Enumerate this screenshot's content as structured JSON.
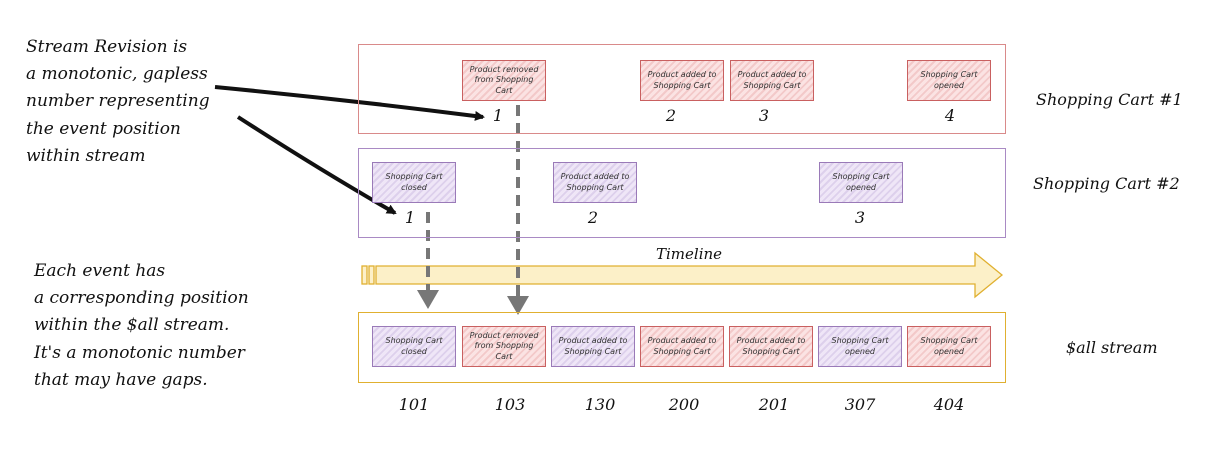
{
  "notes": {
    "stream_revision": "Stream Revision is\na monotonic, gapless\nnumber representing\nthe event position\nwithin stream",
    "all_position": "Each event has\na corresponding position\nwithin the $all stream.\nIt's a monotonic number\nthat may have gaps."
  },
  "timeline_label": "Timeline",
  "streams": [
    {
      "label": "Shopping Cart #1",
      "events": [
        {
          "text": "Product removed from Shopping Cart",
          "revision": "1"
        },
        {
          "text": "Product added to Shopping Cart",
          "revision": "2"
        },
        {
          "text": "Product added to Shopping Cart",
          "revision": "3"
        },
        {
          "text": "Shopping Cart opened",
          "revision": "4"
        }
      ]
    },
    {
      "label": "Shopping Cart #2",
      "events": [
        {
          "text": "Shopping Cart closed",
          "revision": "1"
        },
        {
          "text": "Product added to Shopping Cart",
          "revision": "2"
        },
        {
          "text": "Shopping Cart opened",
          "revision": "3"
        }
      ]
    }
  ],
  "all_stream": {
    "label": "$all stream",
    "events": [
      {
        "text": "Shopping Cart closed",
        "position": "101"
      },
      {
        "text": "Product removed from Shopping Cart",
        "position": "103"
      },
      {
        "text": "Product added to Shopping Cart",
        "position": "130"
      },
      {
        "text": "Product added to Shopping Cart",
        "position": "200"
      },
      {
        "text": "Product added to Shopping Cart",
        "position": "201"
      },
      {
        "text": "Shopping Cart opened",
        "position": "307"
      },
      {
        "text": "Shopping Cart opened",
        "position": "404"
      }
    ]
  }
}
